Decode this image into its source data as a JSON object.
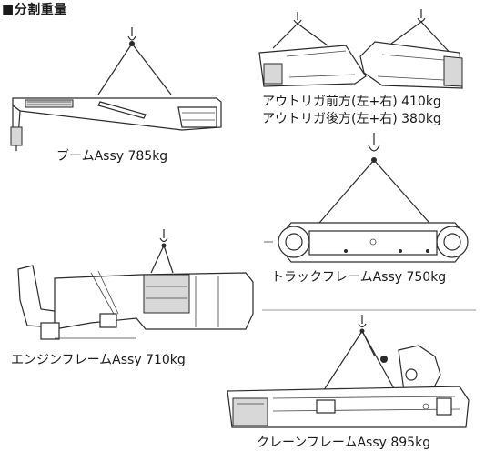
{
  "title": "■分割重量",
  "parts": {
    "boom": "ブームAssy 785kg",
    "outrigger_front": "アウトリガ前方(左+右) 410kg",
    "outrigger_rear": "アウトリガ後方(左+右) 380kg",
    "track_frame": "トラックフレームAssy 750kg",
    "engine_frame": "エンジンフレームAssy 710kg",
    "crane_frame": "クレーンフレームAssy 895kg"
  }
}
